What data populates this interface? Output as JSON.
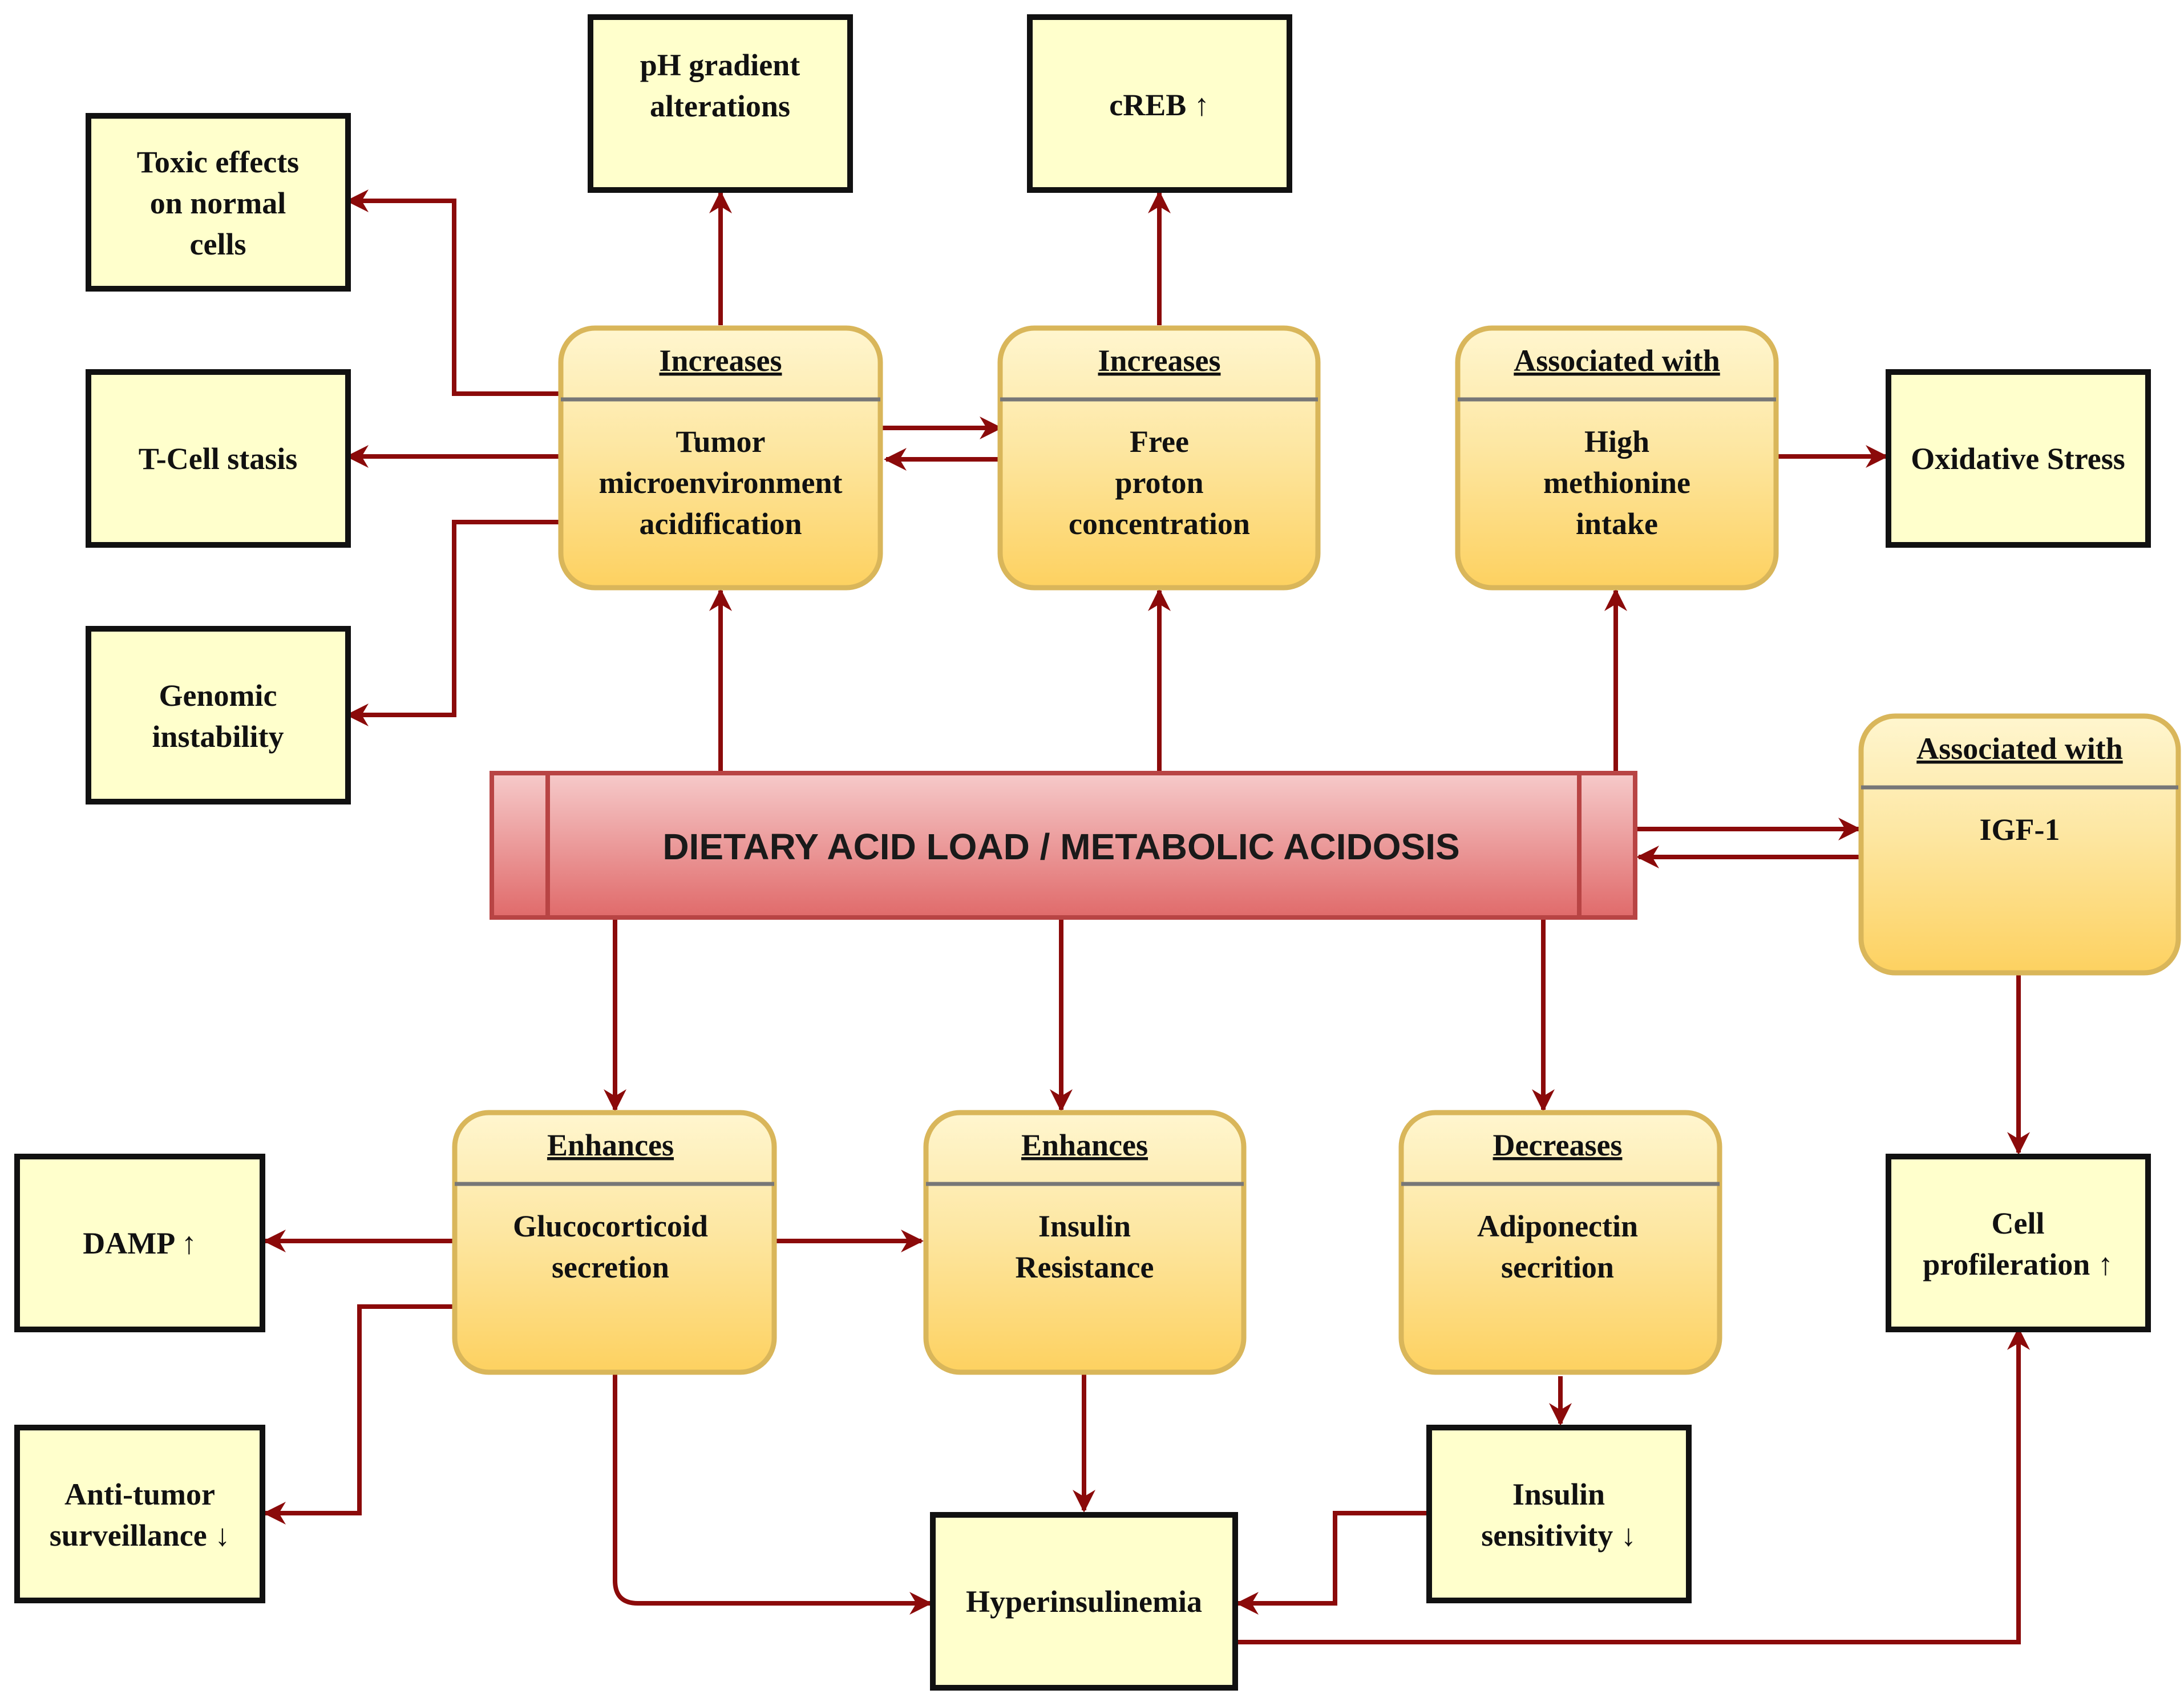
{
  "colors": {
    "arrow": "#8b0a0a",
    "box_fill": "#ffffcc",
    "box_border": "#111111",
    "rounded_border": "#d9b65a",
    "central_fill": "#e88a8a",
    "central_border": "#b84444"
  },
  "central": {
    "label": "DIETARY ACID LOAD / METABOLIC ACIDOSIS"
  },
  "rounded": {
    "tumor_acid": {
      "header": "Increases",
      "lines": [
        "Tumor",
        "microenvironment",
        "acidification"
      ]
    },
    "free_proton": {
      "header": "Increases",
      "lines": [
        "Free",
        "proton",
        "concentration"
      ]
    },
    "methionine": {
      "header": "Associated with",
      "lines": [
        "High",
        "methionine",
        "intake"
      ]
    },
    "igf1": {
      "header": "Associated with",
      "lines": [
        "IGF-1"
      ]
    },
    "glucocorticoid": {
      "header": "Enhances",
      "lines": [
        "Glucocorticoid",
        "secretion"
      ]
    },
    "insulin_resistance": {
      "header": "Enhances",
      "lines": [
        "Insulin",
        "Resistance"
      ]
    },
    "adiponectin": {
      "header": "Decreases",
      "lines": [
        "Adiponectin",
        "secrition"
      ]
    }
  },
  "boxes": {
    "ph_gradient": [
      "pH gradient",
      "alterations"
    ],
    "creb": [
      "cREB ↑"
    ],
    "toxic_effects": [
      "Toxic effects",
      "on normal",
      "cells"
    ],
    "t_cell": [
      "T-Cell stasis"
    ],
    "genomic": [
      "Genomic",
      "instability"
    ],
    "oxidative": [
      "Oxidative Stress"
    ],
    "damp": [
      "DAMP ↑"
    ],
    "anti_tumor": [
      "Anti-tumor",
      "surveillance ↓"
    ],
    "hyperinsulinemia": [
      "Hyperinsulinemia"
    ],
    "insulin_sensitivity": [
      "Insulin",
      "sensitivity ↓"
    ],
    "cell_proliferation": [
      "Cell",
      "profileration ↑"
    ]
  }
}
